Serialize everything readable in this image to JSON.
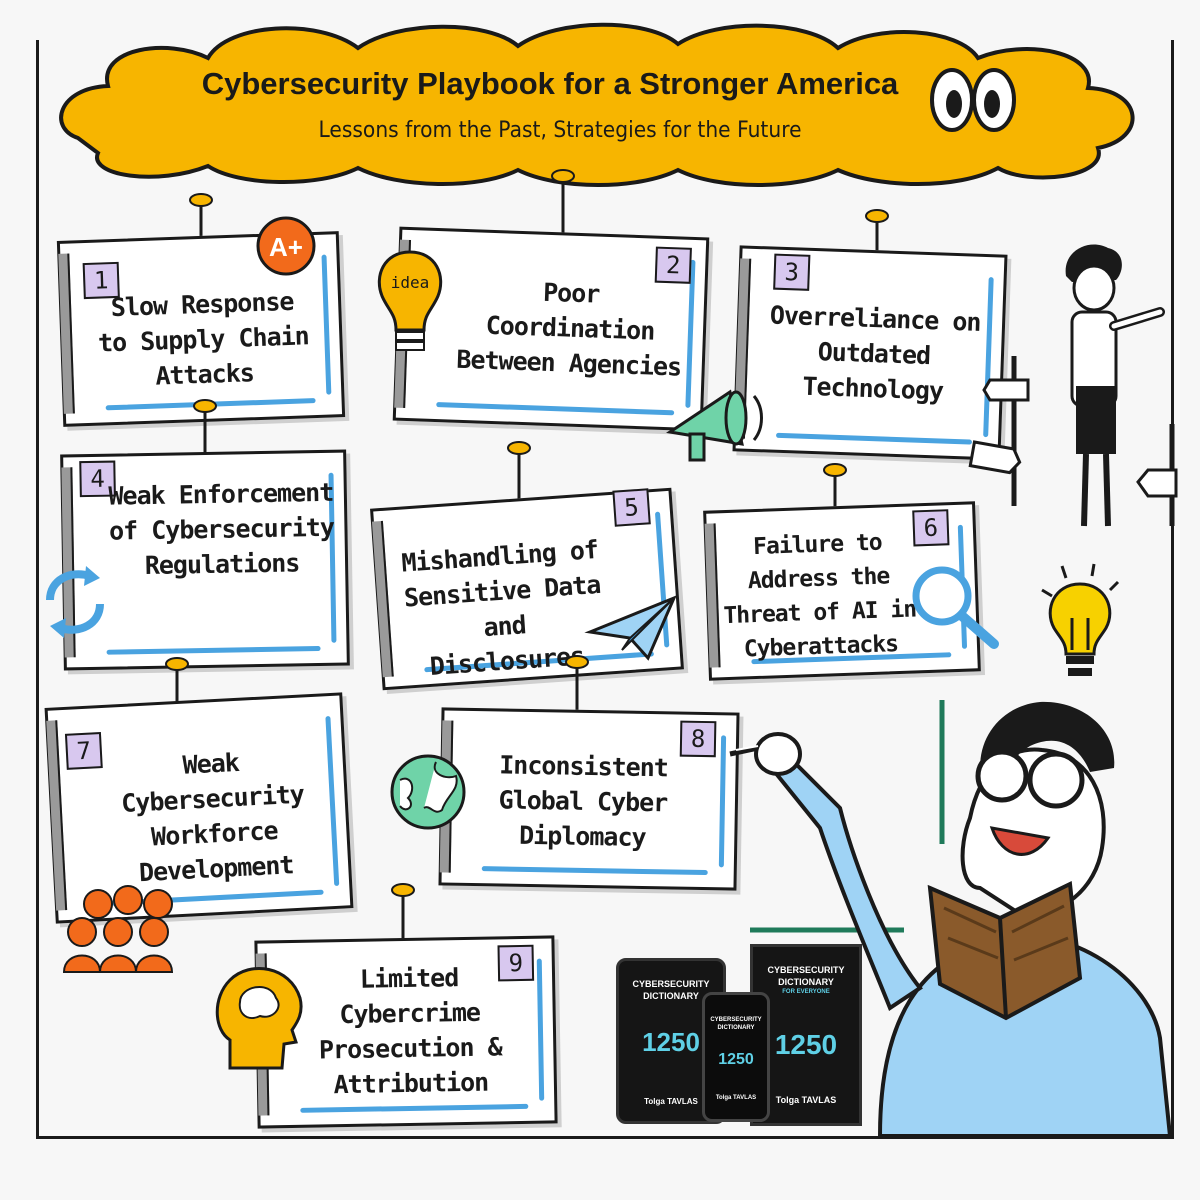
{
  "header": {
    "title": "Cybersecurity Playbook for a Stronger America",
    "subtitle": "Lessons from the Past, Strategies for the Future"
  },
  "badges": {
    "grade": "A+",
    "bulb_word": "idea"
  },
  "cards": [
    {
      "number": "1",
      "text": "Slow Response to Supply Chain Attacks"
    },
    {
      "number": "2",
      "text": "Poor Coordination Between Agencies"
    },
    {
      "number": "3",
      "text": "Overreliance on Outdated Technology"
    },
    {
      "number": "4",
      "text": "Weak Enforcement of Cybersecurity Regulations"
    },
    {
      "number": "5",
      "text": "Mishandling of Sensitive Data and Disclosures"
    },
    {
      "number": "6",
      "text": "Failure to Address the Threat of AI in Cyberattacks"
    },
    {
      "number": "7",
      "text": "Weak Cybersecurity Workforce Development"
    },
    {
      "number": "8",
      "text": "Inconsistent Global Cyber Diplomacy"
    },
    {
      "number": "9",
      "text": "Limited Cybercrime Prosecution & Attribution"
    }
  ],
  "books": {
    "title_line1": "CYBERSECURITY",
    "title_line2": "DICTIONARY",
    "tagline": "FOR EVERYONE",
    "count": "1250",
    "author": "Tolga TAVLAS"
  },
  "colors": {
    "cloud": "#f7b500",
    "accent_blue": "#4aa3e0",
    "number_badge": "#d8c8ef",
    "orange": "#f26a1b",
    "green": "#6fd3a8",
    "shirt": "#9fd3f5"
  }
}
